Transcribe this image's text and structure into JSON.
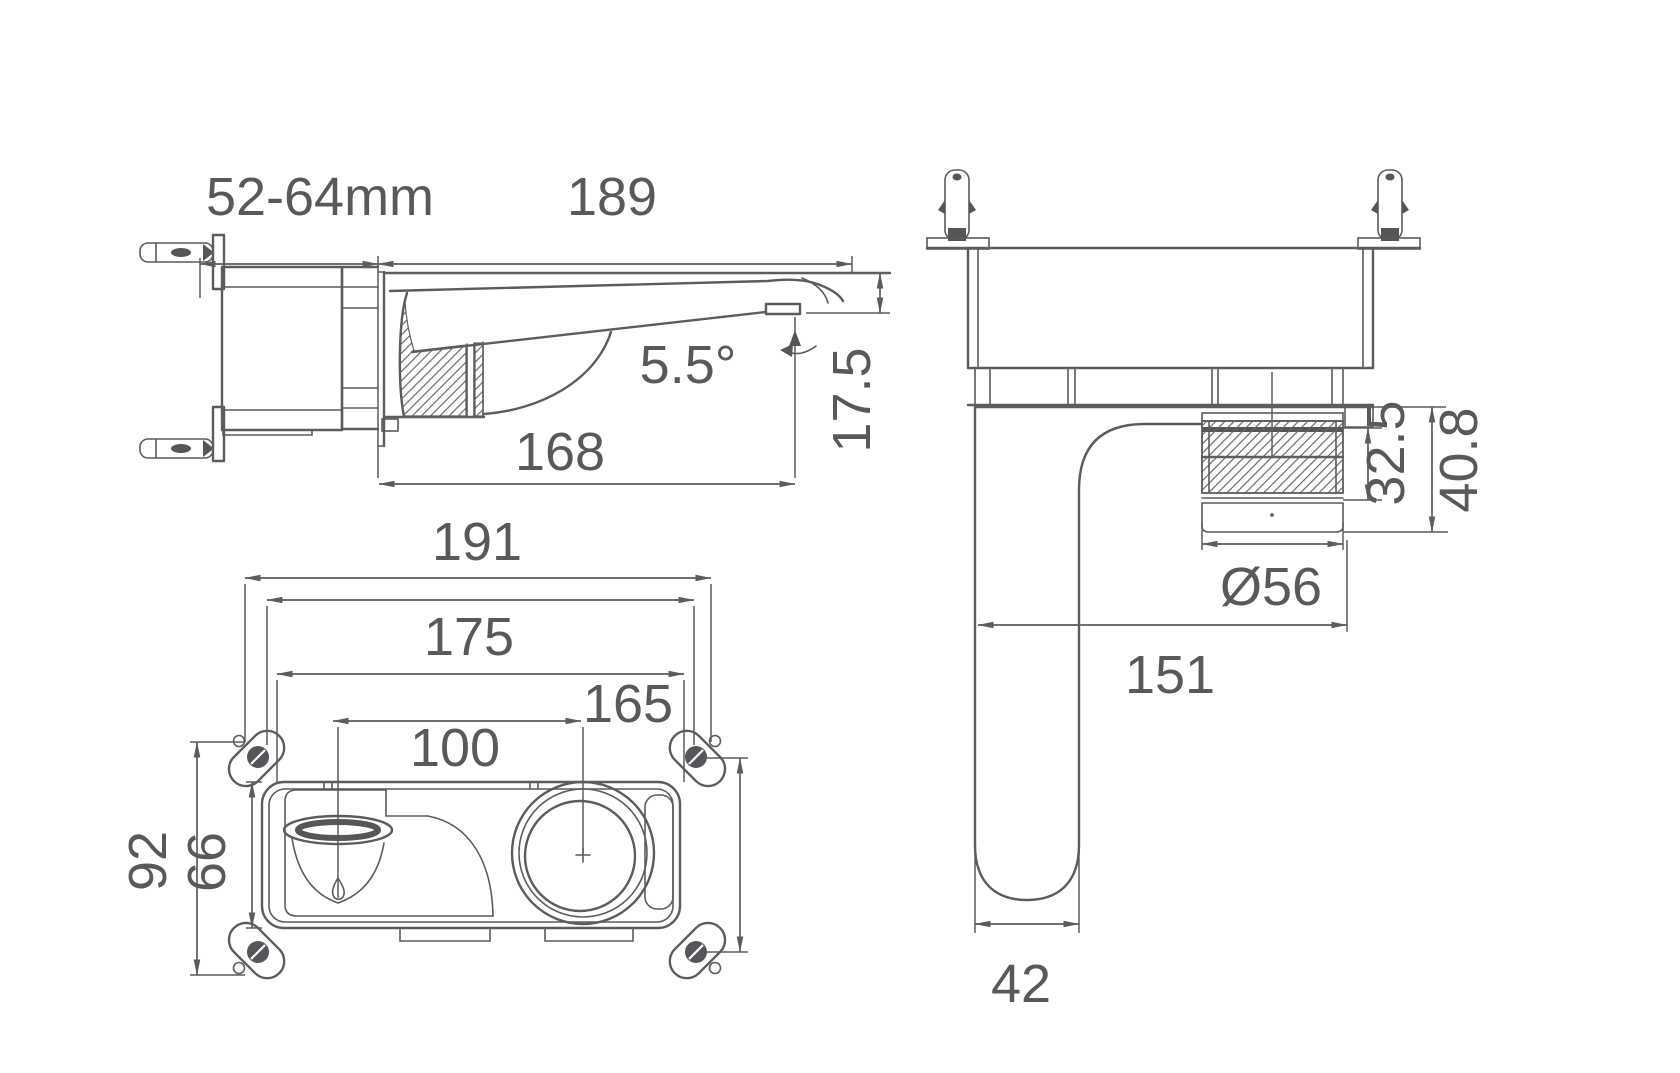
{
  "page": {
    "background": "#ffffff",
    "line_color": "#5b5c60",
    "text_color": "#58595b",
    "description": "Wall-mounted basin mixer installation dimension drawing, three orthographic views"
  },
  "views": {
    "side": {
      "title": "side-profile-view",
      "dims": {
        "wall_thickness_range": "52-64mm",
        "overall_projection": "189",
        "spout_projection": "168",
        "spout_angle": "5.5°",
        "outlet_drop": "17.5"
      }
    },
    "rough_in": {
      "title": "rough-in-body-view",
      "dims": {
        "overall_width": "191",
        "flange_width": "175",
        "body_width": "165",
        "port_spacing": "100",
        "overall_height": "92",
        "body_height": "66"
      }
    },
    "front": {
      "title": "front-plan-view",
      "dims": {
        "handle_height": "32.5",
        "handle_total_depth": "40.8",
        "handle_diameter": "Ø56",
        "body_width": "151",
        "spout_width": "42"
      }
    }
  }
}
